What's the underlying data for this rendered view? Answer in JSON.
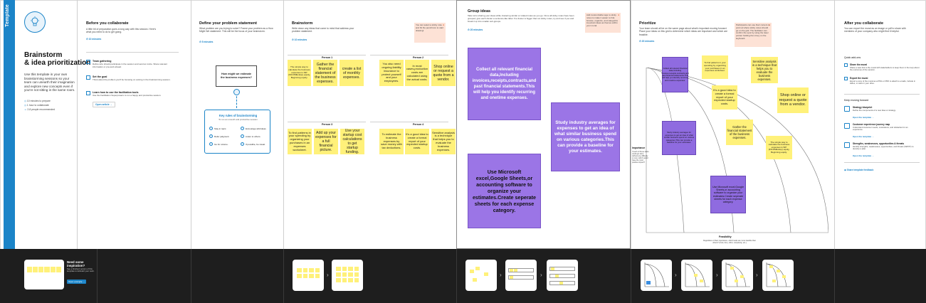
{
  "side_tab": {
    "label": "Template"
  },
  "intro": {
    "title_line1": "Brainstorm",
    "title_line2": "& idea prioritization",
    "description": "Use this template in your own brainstorming sessions so your team can unearth their imagination and explore new concepts even if you're not sitting in the same room.",
    "meta": [
      "10 minutes to prepare",
      "1 hour to collaborate",
      "2-8 people recommended"
    ],
    "open_link": "Open article →"
  },
  "before": {
    "title": "Before you collaborate",
    "body": "A little bit of preparation goes a long way with this session. Here's what you need to do to get going.",
    "timer": "⏱ 10 minutes",
    "steps": [
      {
        "title": "Team gathering",
        "body": "Define who should participate in the session and send an invite. Share relevant information or pre-work ahead."
      },
      {
        "title": "Set the goal",
        "body": "Think about the problem you'll be focusing on solving in the brainstorming session."
      },
      {
        "title": "Learn how to use the facilitation tools",
        "body": "Use the Facilitation Superpowers to run a happy and productive session."
      }
    ],
    "open_link": "Open article →"
  },
  "define": {
    "title": "Define your problem statement",
    "body": "What problem are you trying to solve? Frame your problem as a How Might We statement. This will be the focus of your brainstorm.",
    "timer": "⏱ 5 minutes",
    "prompt": "How might we estimate the business expenses?",
    "rules_title": "Key rules of brainstorming",
    "rules_sub": "To run an smooth and productive session",
    "rules": [
      "Stay in topic.",
      "Encourage wild ideas.",
      "Defer judgment.",
      "Listen to others.",
      "Go for volume.",
      "If possible, be visual."
    ]
  },
  "brainstorm": {
    "title": "Brainstorm",
    "body": "Write down any ideas that come to mind that address your problem statement.",
    "timer": "⏱ 10 minutes",
    "tip": "You can select a sticky note and hit the pencil icon to start drawing!",
    "persons": [
      "Person 1",
      "Person 2",
      "Person 3",
      "Person 4"
    ],
    "p1_notes": [
      "The simple way to calculate the business expenses is SIP (INCOME-Exp) equity, Beginning equity.",
      "Gather the financial statement of the business expenses.",
      "create a list of monthly expenses."
    ],
    "p2_notes": [
      "You also need ongoing liability insurance to protect yourself and your employees.",
      "In most cases,production costs are calculated using the actual costs.",
      "Shop online or request a quote from a vendor."
    ],
    "p3_notes": [
      "To find patterns in your spending by organizing your purchases in an expenses worksheet.",
      "Add up your expenses for a full financial picture.",
      "Use your startup cost calculations to get startup funding."
    ],
    "p4_notes": [
      "To estimate the business expenses by save money with tax deductions.",
      "It's a good idea to create a formal report of your expected startup costs.",
      "Sensitive analysis is a technique that helps you to evaluate the business expenses."
    ]
  },
  "group": {
    "title": "Group ideas",
    "body": "Take turns sharing your ideas while clustering similar or related notes as you go. Once all sticky notes have been grouped, give each cluster a sentence-like label. If a cluster is bigger than six sticky notes, try and see if you and break it up into smaller sub-groups.",
    "timer": "⏱ 20 minutes",
    "tip": "Add customizable tags to sticky notes to make it easier to find, browse, organize, and categorize important ideas as themes within your mural.",
    "notes": [
      "Collect all relevant financial data,Including invoices,receipts,contracts,and past financial statements.This will help you identify recurring and onetime expenses.",
      "Study industry averages for expenses to get an idea of what similar business spend on various categories.This can provide a baseline for your estimates.",
      "Use Microsoft excel,Google Sheets,or accounting software to organize your estimates.Create seperate sheets for each expense category."
    ]
  },
  "prioritize": {
    "title": "Prioritize",
    "body": "Your team should all be on the same page about what's important moving forward. Place your ideas on this grid to determine which ideas are important and which are feasible.",
    "timer": "⏱ 20 minutes",
    "tip": "Participants can use their cursors to point at where sticky notes should go on the grid. The facilitator can confirm the spot by using the laser pointer holding the H key on the keyboard.",
    "y_label": "Importance",
    "y_desc": "If each of these tasks could get done without any difficulty or cost, which would have the most positive impact?",
    "x_label": "Feasibility",
    "x_desc": "Regardless of their importance, which tasks are more feasible than others? (Cost, time, effort, complexity, etc.)",
    "notes_purple": [
      "Collect all relevant financial data,Including invoices,receipts,contracts,and past financial statements.This will help you identify recurring and onetime expenses.",
      "Study industry averages for expenses to get an idea of what similar business spend on various categories.This can provide a baseline for your estimates.",
      "Use Microsoft excel,Google Sheets,or accounting software to organize your estimates.Create seperate sheets for each expense category."
    ],
    "notes_yellow": [
      "To find patterns in your spending by organizing your purchases in an expenses worksheet.",
      "It's a good idea to create a formal report of your expected startup costs.",
      "Sensitive analysis is a technique that helps you to evaluate the business expenses.",
      "Shop online or request a quote from a vendor.",
      "Gather the financial statement of the business expenses.",
      "The simple way to calculate the business expenses is SIP (INCOME-Exp) equity, Beginning equity."
    ]
  },
  "after": {
    "title": "After you collaborate",
    "body": "You can export the mural as an image or pdf to share with members of your company who might find it helpful.",
    "quick_title": "Quick add-ons",
    "quick": [
      {
        "title": "Share the mural",
        "body": "Share a view link to the mural with stakeholders to keep them in the loop about the outcomes of the session."
      },
      {
        "title": "Export the mural",
        "body": "Export a copy of the mural as a PNG or PDF to attach to emails, include in slides, or save in your drive."
      }
    ],
    "keep_title": "Keep moving forward",
    "keep": [
      {
        "title": "Strategy blueprint",
        "body": "Define the components of a new idea or strategy.",
        "link": "Open the template →"
      },
      {
        "title": "Customer experience journey map",
        "body": "Understand customer needs, motivations, and obstacles for an experience.",
        "link": "Open the template →"
      },
      {
        "title": "Strengths, weaknesses, opportunities & threats",
        "body": "Identify strengths, weaknesses, opportunities, and threats (SWOT) to develop a plan.",
        "link": "Open the template →"
      }
    ],
    "feedback": "Share template feedback"
  },
  "bottom": {
    "inspiration_title": "Need some inspiration?",
    "inspiration_body": "See a finished version of this template to kickstart your work.",
    "inspiration_link": "Open example →"
  },
  "colors": {
    "accent": "#1b84c8",
    "sticky_yellow": "#fff17a",
    "sticky_purple": "#9b75e6",
    "bottom_bar": "#1e1e1e"
  }
}
